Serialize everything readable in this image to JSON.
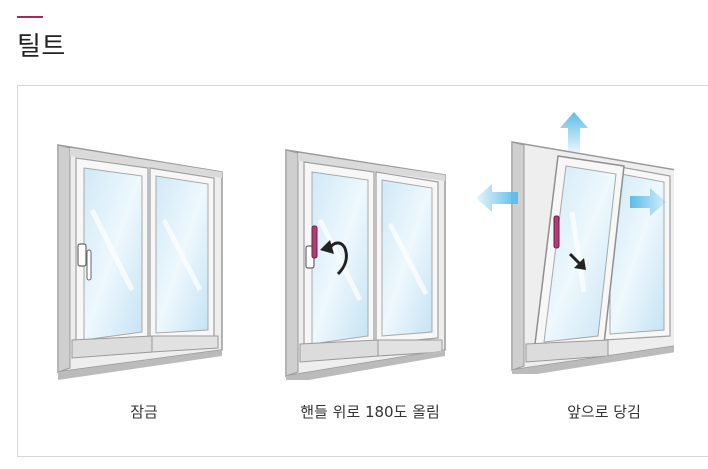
{
  "section": {
    "title": "틸트"
  },
  "steps": [
    {
      "caption": "잠금"
    },
    {
      "caption": "핸들 위로 180도 올림"
    },
    {
      "caption": "앞으로 당김"
    }
  ],
  "colors": {
    "accent": "#a3295a",
    "handle_highlight": "#b43a7a",
    "arrow_blue": "#5bbde8",
    "frame": "#e9e9e9"
  },
  "icons": [
    "lock-illustration",
    "handle-rotate-arrow-icon",
    "tilt-arrows-icon"
  ]
}
